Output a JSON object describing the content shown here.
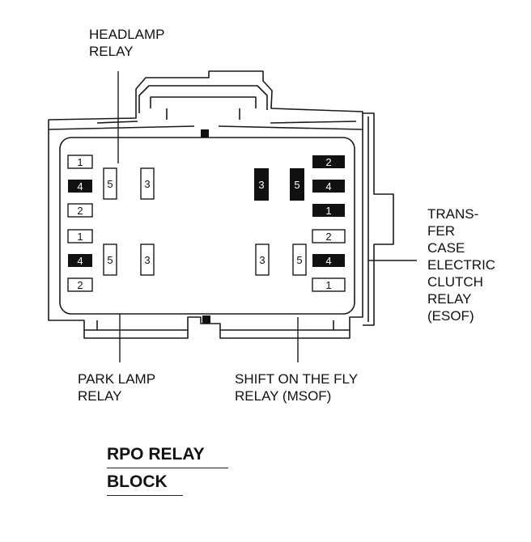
{
  "labels": {
    "headlamp_relay": [
      "HEADLAMP",
      "RELAY"
    ],
    "transfer_case_relay": [
      "TRANS-",
      "FER",
      "CASE",
      "ELECTRIC",
      "CLUTCH",
      "RELAY",
      "(ESOF)"
    ],
    "park_lamp_relay": [
      "PARK LAMP",
      "RELAY"
    ],
    "shift_on_fly_relay": [
      "SHIFT ON THE FLY",
      "RELAY (MSOF)"
    ]
  },
  "title": [
    "RPO RELAY",
    "BLOCK"
  ],
  "pins": {
    "headlamp": [
      "1",
      "4",
      "5",
      "3",
      "2"
    ],
    "park_lamp": [
      "1",
      "4",
      "5",
      "3",
      "2"
    ],
    "shift_on_fly": [
      "3",
      "5",
      "2",
      "4",
      "1"
    ],
    "transfer_case": [
      "3",
      "5",
      "2",
      "4",
      "1"
    ]
  },
  "colors": {
    "line": "#1a1a1a",
    "filled_pin": "#111111",
    "background": "#ffffff"
  }
}
